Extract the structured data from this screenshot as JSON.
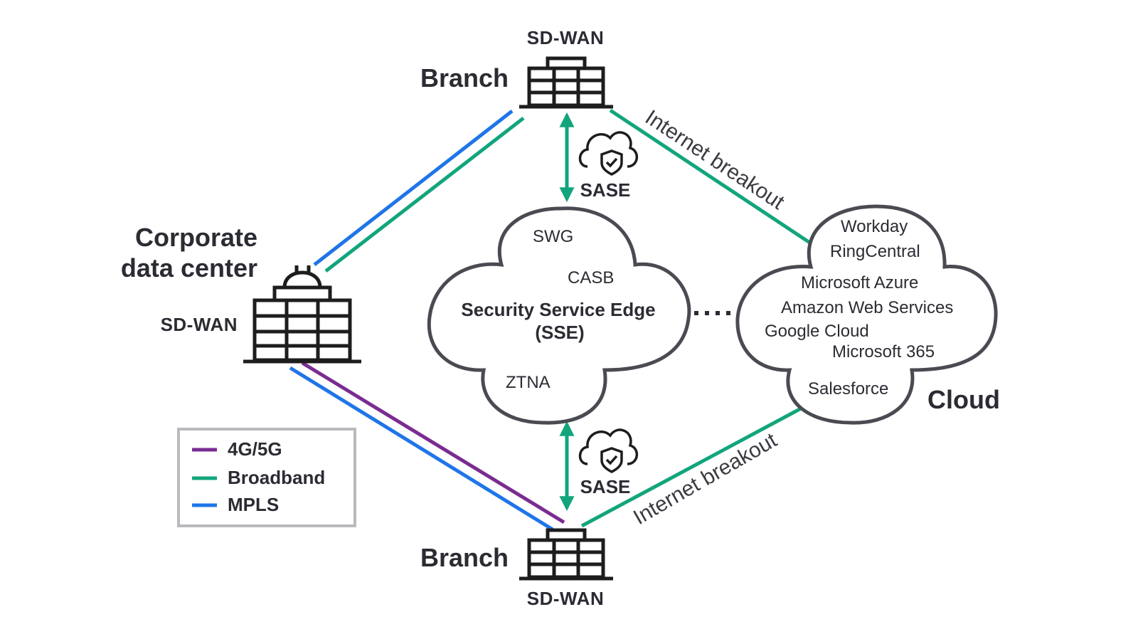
{
  "colors": {
    "mpls": "#1f75e8",
    "broadband": "#12a57c",
    "cellular": "#7a2c91",
    "text": "#2b2c33",
    "outline": "#4a4b52"
  },
  "nodes": {
    "branch_top": {
      "title": "Branch",
      "tag": "SD-WAN"
    },
    "branch_bottom": {
      "title": "Branch",
      "tag": "SD-WAN"
    },
    "datacenter": {
      "title_line1": "Corporate",
      "title_line2": "data center",
      "tag": "SD-WAN"
    }
  },
  "sase": {
    "top": {
      "label": "SASE",
      "icon": "cloud-shield-icon"
    },
    "bottom": {
      "label": "SASE",
      "icon": "cloud-shield-icon"
    }
  },
  "sse": {
    "name_line1": "Security Service Edge",
    "name_line2": "(SSE)",
    "components": [
      "SWG",
      "CASB",
      "ZTNA"
    ]
  },
  "cloud": {
    "label": "Cloud",
    "services": [
      "Workday",
      "RingCentral",
      "Microsoft Azure",
      "Amazon Web Services",
      "Google Cloud",
      "Microsoft 365",
      "Salesforce"
    ]
  },
  "links": {
    "breakout_top": "Internet breakout",
    "breakout_bottom": "Internet breakout"
  },
  "legend": {
    "items": [
      {
        "label": "4G/5G",
        "color": "#7a2c91"
      },
      {
        "label": "Broadband",
        "color": "#12a57c"
      },
      {
        "label": "MPLS",
        "color": "#1f75e8"
      }
    ]
  }
}
